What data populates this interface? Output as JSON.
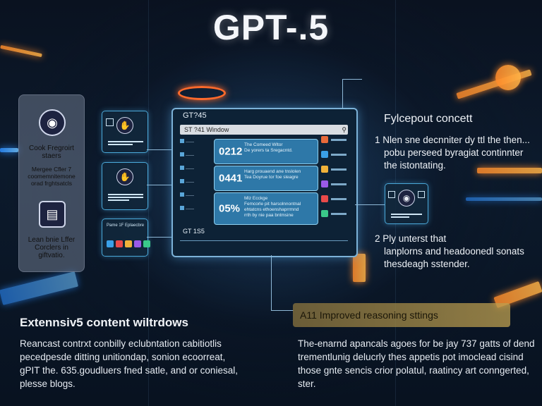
{
  "title": "GPT-.5",
  "left_panel": {
    "block1": "Cook Fregroirt\nstaers",
    "block2": "Mergee Cfler 7\ncoomemnitemone\norad frghtsatcls",
    "block3": "Lean bnie Lffer\nCorclers in giftvatio."
  },
  "mini_cards": {
    "card3_text": "Pame 1F Eplaecbre"
  },
  "window": {
    "title": "GT?45",
    "address": "ST ?41      Window",
    "panels": [
      {
        "num": "0212",
        "text": "The Comeed Wltor\nDe yorers ta Sregacntd."
      },
      {
        "num": "0441",
        "text": "Harg prouaend ane tnslolen\nTea Doyrue tor foe sleagre"
      },
      {
        "num": "05%",
        "text": "Mlz Ecckge\nFemcorle pit harsolnnontnal\nehtatcns ethoenshaprrmnd\nrrth by nie paa bntmsine"
      }
    ],
    "footer": "GT 1S5"
  },
  "right": {
    "heading": "Fylcepout concett",
    "p1_lines": [
      "1  Nlen sne decnniter dy ttl the then...",
      "pobu perseed byragiat continnter",
      "the istontating."
    ],
    "p2_lines": [
      "2  Ply unterst that",
      "lanplorns and headoonedl sonats",
      "thesdeagh sstender."
    ]
  },
  "banner": "A11 Improved reasoning sttings",
  "bottom_left": {
    "heading": "Extennsiv5 content wiltrdows",
    "lines": [
      "Reancast contrxt conbilly eclubntation cabitiotlis",
      "pecedpesde ditting unitiondap, sonion ecoorreat,",
      "gPIT the. 635.goudluers fned satle, and or coniesal,",
      "plesse blogs."
    ]
  },
  "bottom_right": {
    "lines": [
      "The-enarnd apancals agoes for be jay 737 gatts of dend",
      "trementlunig delucrly thes appetis pot imoclead cisind",
      "those gnte sencis crior polatul, raatincy art conngerted,",
      "ster."
    ]
  },
  "colors": {
    "accent_orange": "#ff8a2a",
    "accent_blue": "#2a8cff",
    "panel_blue": "#2e78a8"
  }
}
